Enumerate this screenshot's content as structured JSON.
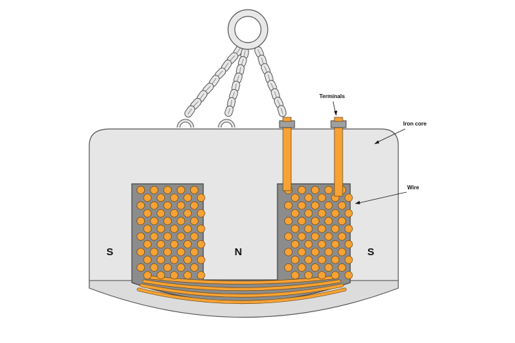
{
  "labels": {
    "terminals": "Terminals",
    "iron_core": "Iron core",
    "wire": "Wire",
    "pole_left": "S",
    "pole_center": "N",
    "pole_right": "S"
  },
  "colors": {
    "iron": "#e6e6e6",
    "iron_lower": "#dcdcdc",
    "winding_slot": "#8c8c8c",
    "copper": "#f7a234",
    "outline": "#555555",
    "chain": "#e8e8e8"
  }
}
